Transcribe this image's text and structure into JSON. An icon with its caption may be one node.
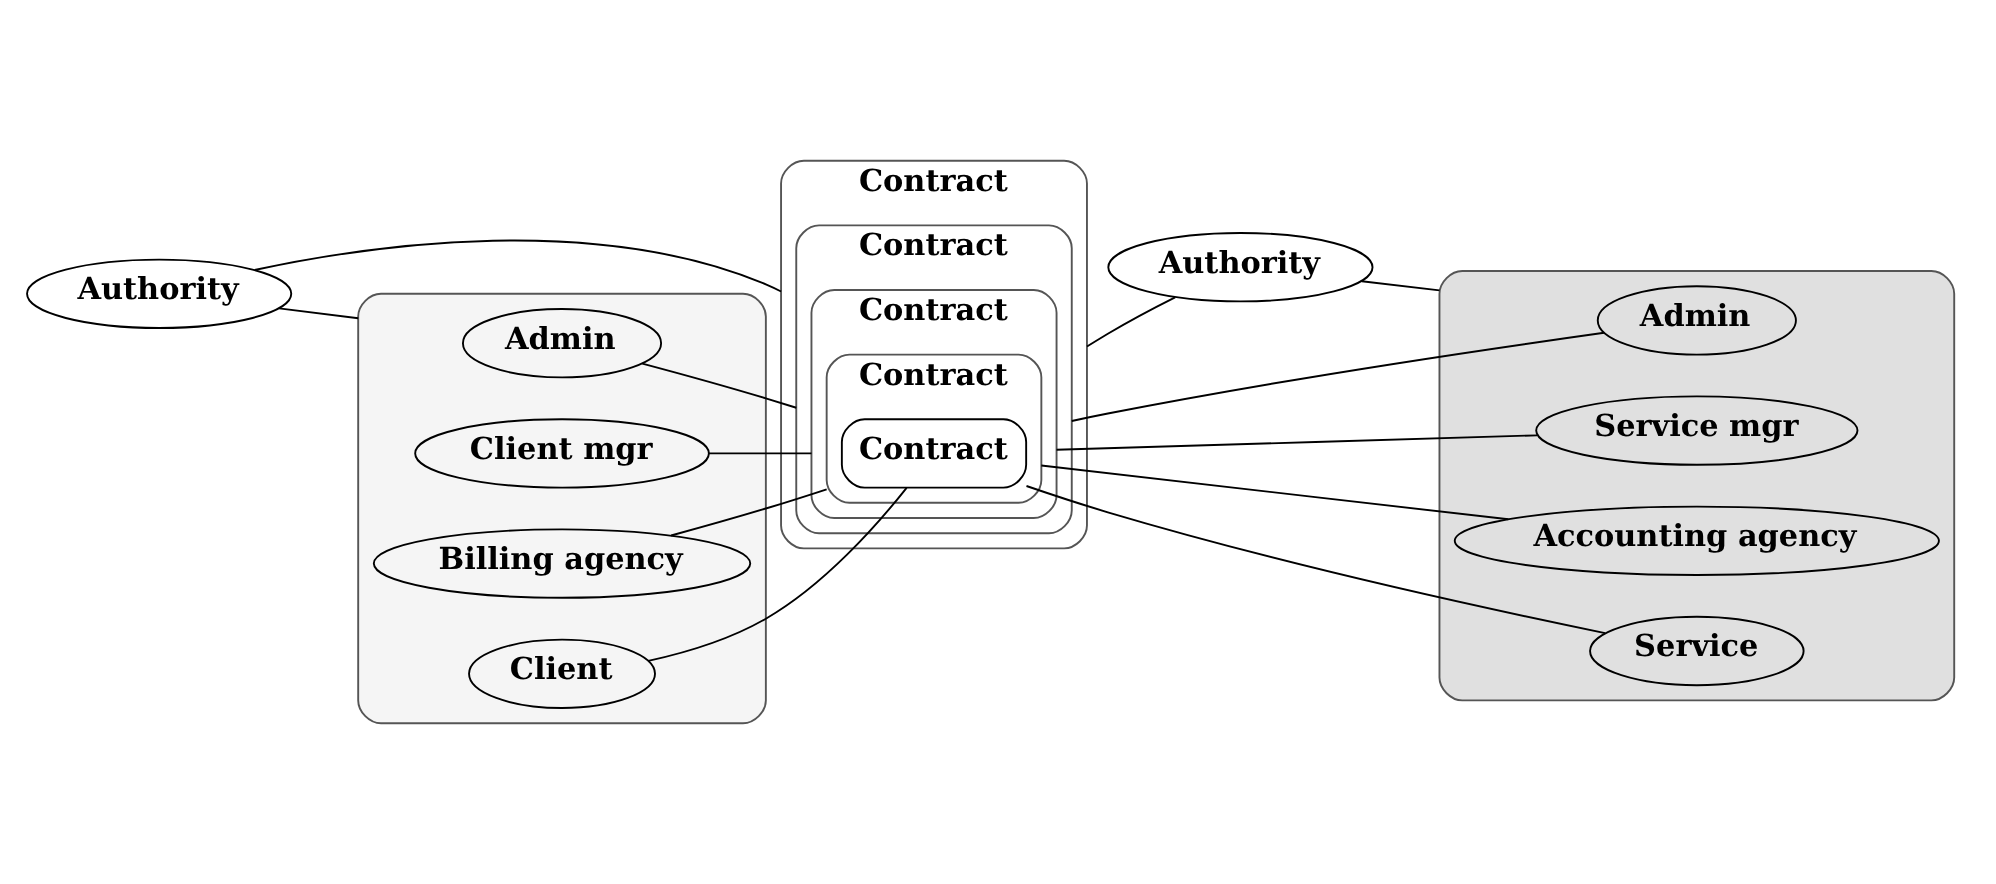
{
  "diagram": {
    "nodes": [
      {
        "text": [
          "Authority"
        ]
      },
      {
        "text": [
          "Contract"
        ]
      },
      {
        "text": [
          "Contract"
        ],
        "in": 1
      },
      {
        "text": [
          "Contract"
        ],
        "in": 2
      },
      {
        "text": [
          "Contract"
        ],
        "in": 3
      },
      {
        "text": [
          "Contract"
        ],
        "in": 4
      },
      {
        "text": [
          "Authority"
        ]
      },
      {
        "text": [],
        "shape": "box"
      },
      {
        "text": [
          "Admin"
        ],
        "in": 7
      },
      {
        "text": [
          "Client mgr"
        ],
        "in": 7
      },
      {
        "text": [
          "Billing agency"
        ],
        "in": 7
      },
      {
        "text": [
          "Client"
        ],
        "in": 7
      },
      {
        "text": [],
        "shape": "box"
      },
      {
        "text": [
          "Admin"
        ],
        "in": 12
      },
      {
        "text": [
          "Service mgr"
        ],
        "in": 12
      },
      {
        "text": [
          "Accounting agency"
        ],
        "in": 12
      },
      {
        "text": [
          "Service"
        ],
        "in": 12
      }
    ],
    "edges": [
      {
        "from": 0,
        "to": 1,
        "arrow": "none"
      },
      {
        "from": 0,
        "to": 7,
        "arrow": "none"
      },
      {
        "from": 1,
        "to": 6,
        "arrow": "none"
      },
      {
        "from": 6,
        "to": 12,
        "arrow": "none"
      },
      {
        "from": 8,
        "to": 2,
        "arrow": "none"
      },
      {
        "from": 9,
        "to": 3,
        "arrow": "none"
      },
      {
        "from": 10,
        "to": 4,
        "arrow": "none"
      },
      {
        "from": 11,
        "to": 5,
        "arrow": "none"
      },
      {
        "from": 2,
        "to": 13,
        "arrow": "none"
      },
      {
        "from": 3,
        "to": 14,
        "arrow": "none"
      },
      {
        "from": 4,
        "to": 15,
        "arrow": "none"
      },
      {
        "from": 5,
        "to": 16,
        "arrow": "none"
      }
    ]
  }
}
